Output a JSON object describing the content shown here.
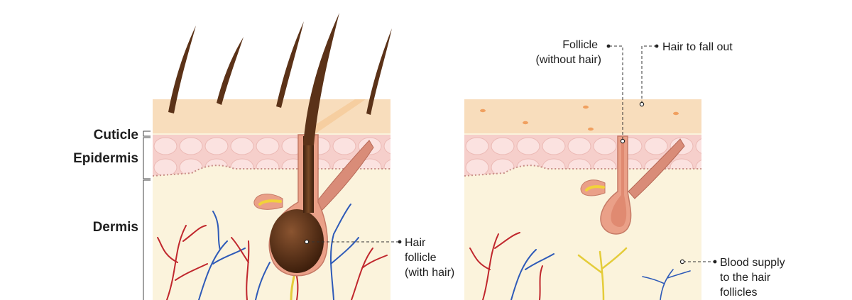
{
  "layers": {
    "cuticle": "Cuticle",
    "epidermis": "Epidermis",
    "dermis": "Dermis"
  },
  "callouts": {
    "hair_follicle": [
      "Hair",
      "follicle",
      "(with hair)"
    ],
    "follicle_without_hair": [
      "Follicle",
      "(without hair)"
    ],
    "hair_to_fall_out": "Hair to fall out",
    "blood_supply": [
      "Blood supply",
      "to the hair",
      "follicles"
    ]
  },
  "colors": {
    "cuticle": "#f8ddbc",
    "epidermis": "#f6cfcb",
    "dermis": "#fbf3dc",
    "hair": "#5b3218",
    "follicle": "#eaa088",
    "artery": "#c0272d",
    "vein": "#2e5ab8",
    "nerve": "#e4cc3a",
    "muscle": "#d98c78"
  }
}
